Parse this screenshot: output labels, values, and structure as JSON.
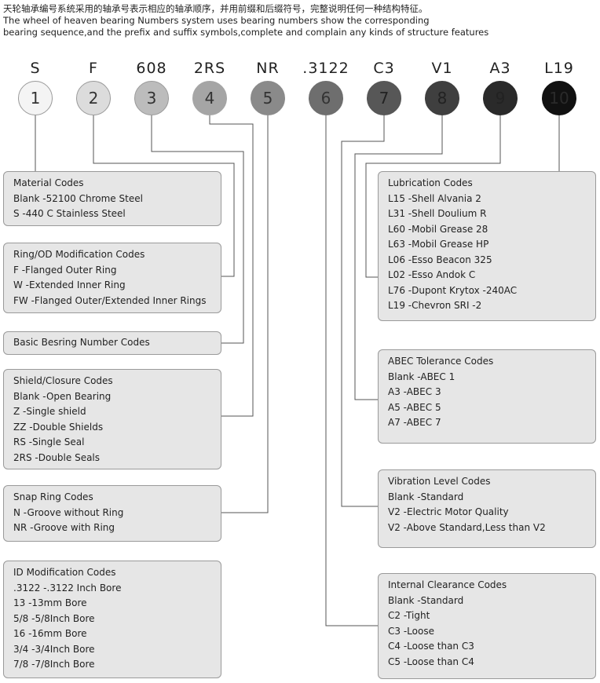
{
  "header": {
    "line1": "天轮轴承编号系统采用的轴承号表示相应的轴承顺序，并用前缀和后缀符号，完整说明任何一种结构特征。",
    "line2": "The wheel of heaven bearing Numbers system uses bearing numbers show the corresponding",
    "line3": "bearing sequence,and the prefix and suffix symbols,complete and complain any kinds of structure features"
  },
  "codes": [
    {
      "label": "S",
      "num": "1",
      "fill": "#f4f4f4",
      "text": "#333333"
    },
    {
      "label": "F",
      "num": "2",
      "fill": "#dcdcdc",
      "text": "#333333"
    },
    {
      "label": "608",
      "num": "3",
      "fill": "#bcbcbc",
      "text": "#333333"
    },
    {
      "label": "2RS",
      "num": "4",
      "fill": "#a5a5a5",
      "text": "#333333"
    },
    {
      "label": "NR",
      "num": "5",
      "fill": "#8a8a8a",
      "text": "#333333"
    },
    {
      "label": ".3122",
      "num": "6",
      "fill": "#6e6e6e",
      "text": "#333333"
    },
    {
      "label": "C3",
      "num": "7",
      "fill": "#575757",
      "text": "#222222"
    },
    {
      "label": "V1",
      "num": "8",
      "fill": "#3f3f3f",
      "text": "#222222"
    },
    {
      "label": "A3",
      "num": "9",
      "fill": "#2a2a2a",
      "text": "#222222"
    },
    {
      "label": "L19",
      "num": "10",
      "fill": "#111111",
      "text": "#2a2a2a"
    }
  ],
  "boxes": {
    "material": {
      "title": "Material   Codes",
      "items": [
        "Blank -52100 Chrome Steel",
        "S -440 C Stainless Steel"
      ]
    },
    "ring": {
      "title": "Ring/OD Modification   Codes",
      "items": [
        "F -Flanged Outer Ring",
        "W -Extended Inner Ring",
        "FW -Flanged Outer/Extended Inner Rings"
      ]
    },
    "basic": {
      "title": "Basic Besring Number Codes",
      "items": []
    },
    "shield": {
      "title": "Shield/Closure Codes",
      "items": [
        "Blank -Open Bearing",
        "Z -Single shield",
        "ZZ -Double Shields",
        "RS -Single Seal",
        "2RS -Double Seals"
      ]
    },
    "snap": {
      "title": "Snap   Ring Codes",
      "items": [
        "N -Groove without Ring",
        "NR -Groove with Ring"
      ]
    },
    "id": {
      "title": "ID Modification Codes",
      "items": [
        ".3122 -.3122 Inch Bore",
        "13 -13mm Bore",
        "5/8 -5/8Inch Bore",
        "16 -16mm Bore",
        "3/4 -3/4Inch Bore",
        "7/8 -7/8Inch Bore"
      ]
    },
    "lubrication": {
      "title": "Lubrication Codes",
      "items": [
        "L15 -Shell Alvania 2",
        "L31 -Shell Doulium R",
        "L60 -Mobil Grease 28",
        "L63 -Mobil Grease HP",
        "L06 -Esso Beacon 325",
        "L02 -Esso Andok C",
        "L76 -Dupont Krytox -240AC",
        "L19 -Chevron SRI -2"
      ]
    },
    "abec": {
      "title": "ABEC Tolerance Codes",
      "items": [
        "Blank -ABEC 1",
        "A3 -ABEC 3",
        "A5 -ABEC 5",
        "A7 -ABEC 7"
      ]
    },
    "vibration": {
      "title": "Vibration Level Codes",
      "items": [
        "Blank -Standard",
        "V2 -Electric Motor Quality",
        "V2 -Above Standard,Less than V2"
      ]
    },
    "clearance": {
      "title": "Internal Clearance Codes",
      "items": [
        "Blank -Standard",
        "C2 -Tight",
        "C3 -Loose",
        "C4 -Loose than C3",
        "C5 -Loose than C4"
      ]
    }
  }
}
